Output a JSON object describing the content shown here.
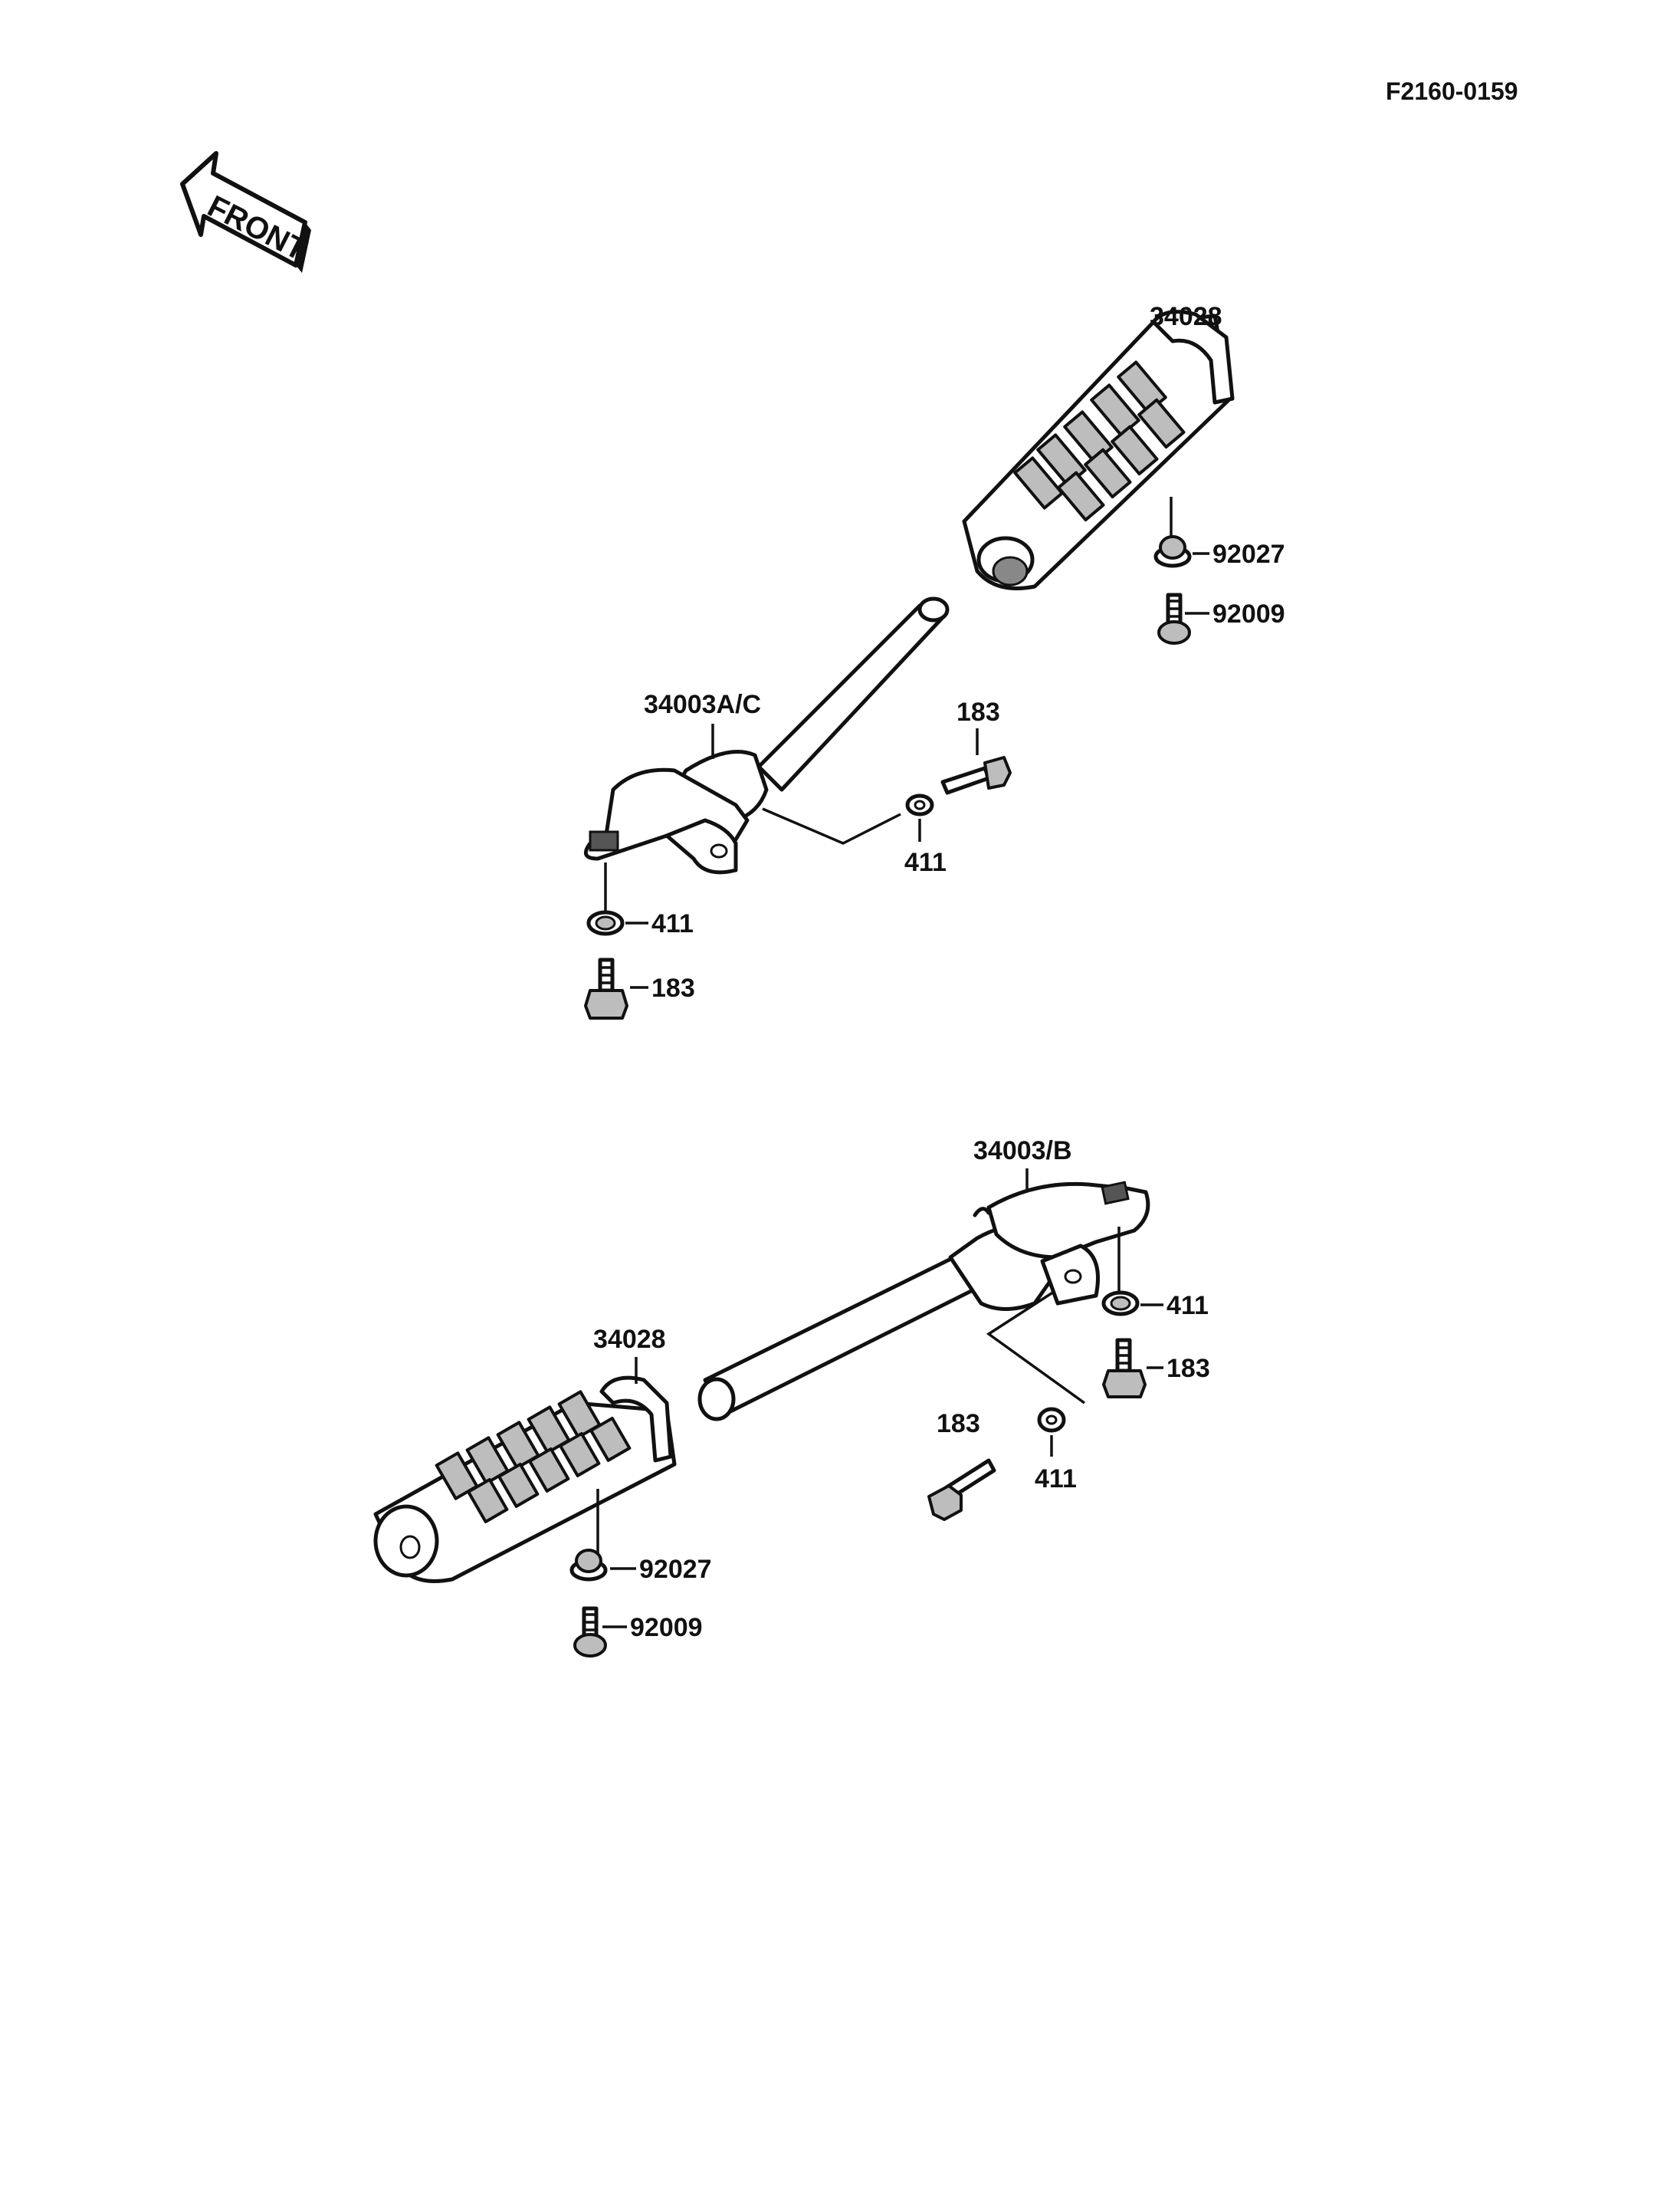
{
  "header": {
    "code": "F2160-0159"
  },
  "front_arrow": {
    "text": "FRONT"
  },
  "upper_assembly": {
    "footpeg_rubber": "34028",
    "washer_plain": "92027",
    "bolt_rubber": "92009",
    "footpeg_bracket": "34003A/C",
    "bolt_right": "183",
    "washer_right": "411",
    "washer_left": "411",
    "bolt_left": "183"
  },
  "lower_assembly": {
    "footpeg_bracket": "34003/B",
    "washer_right": "411",
    "bolt_right": "183",
    "footpeg_rubber": "34028",
    "bolt_mid": "183",
    "washer_mid": "411",
    "washer_plain": "92027",
    "bolt_rubber": "92009"
  }
}
